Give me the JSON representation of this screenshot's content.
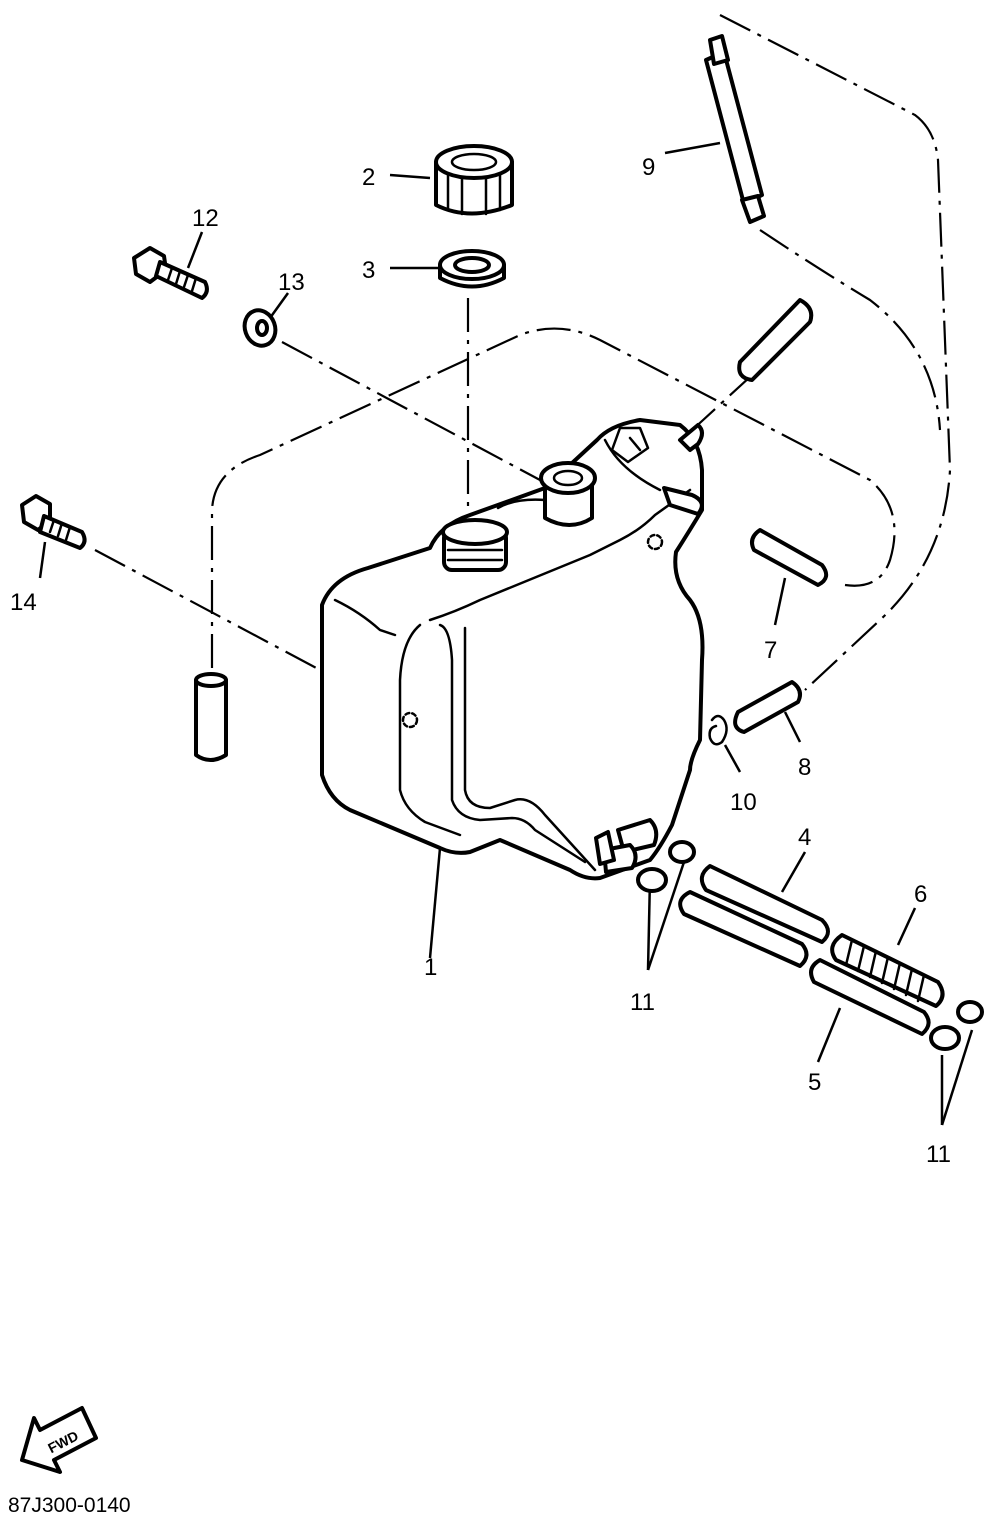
{
  "callouts": [
    {
      "id": "p1",
      "number": "1"
    },
    {
      "id": "p2",
      "number": "2"
    },
    {
      "id": "p3",
      "number": "3"
    },
    {
      "id": "p4",
      "number": "4"
    },
    {
      "id": "p5",
      "number": "5"
    },
    {
      "id": "p6",
      "number": "6"
    },
    {
      "id": "p7",
      "number": "7"
    },
    {
      "id": "p8",
      "number": "8"
    },
    {
      "id": "p9",
      "number": "9"
    },
    {
      "id": "p10",
      "number": "10"
    },
    {
      "id": "p11a",
      "number": "11"
    },
    {
      "id": "p11b",
      "number": "11"
    },
    {
      "id": "p12",
      "number": "12"
    },
    {
      "id": "p13",
      "number": "13"
    },
    {
      "id": "p14",
      "number": "14"
    }
  ],
  "fwd_label": "FWD",
  "reference_code": "87J300-0140"
}
